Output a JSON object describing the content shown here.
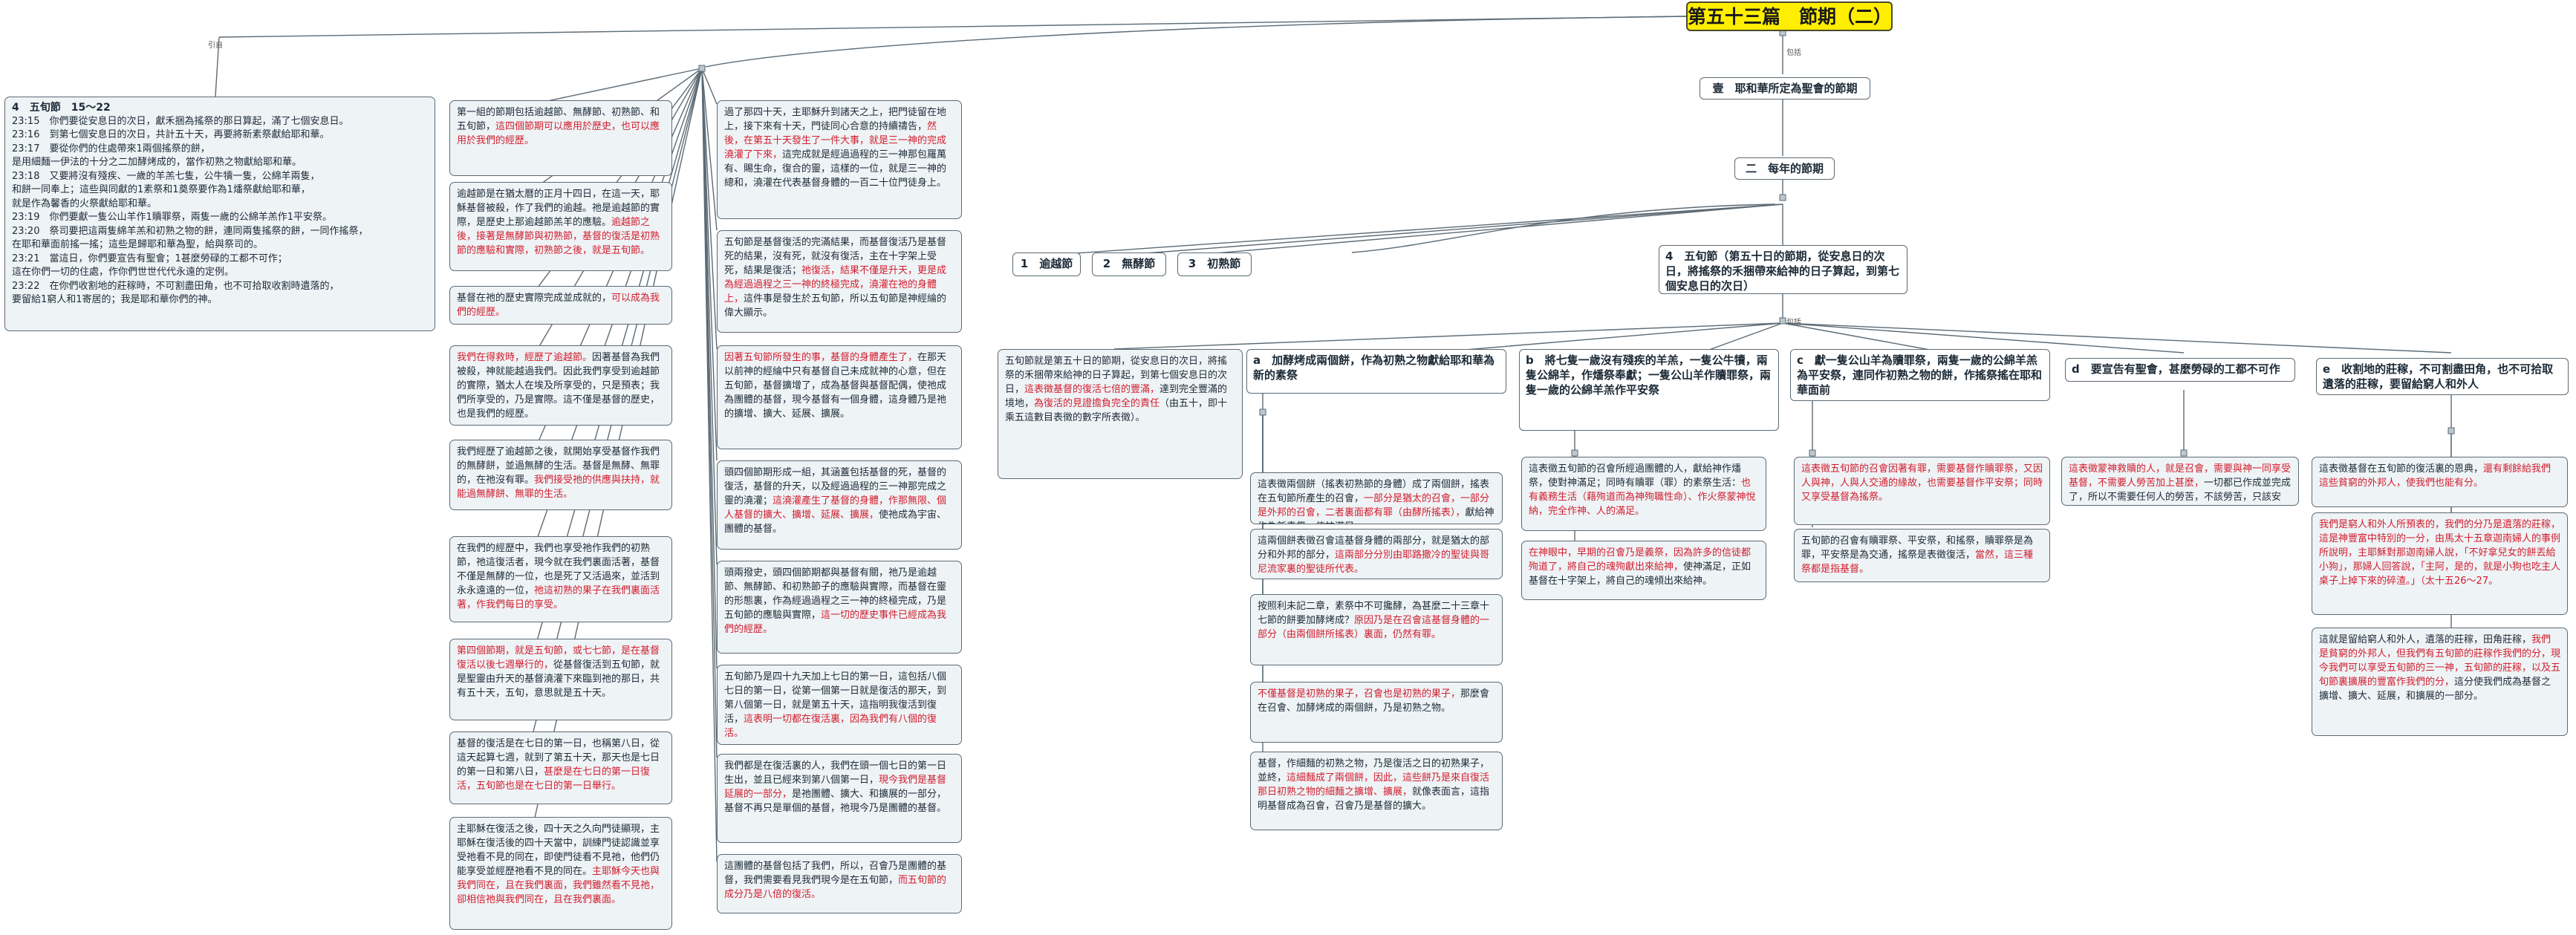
{
  "title": "第五十三篇　節期（二）",
  "labels": {
    "cite": "引自",
    "contain": "包括",
    "contain2": "包括"
  },
  "scripture": {
    "title": "4　五旬節　15～22",
    "verses": [
      "23:15　你們要從安息日的次日，獻禾捆為搖祭的那日算起，滿了七個安息日。",
      "23:16　到第七個安息日的次日，共計五十天，再要將新素祭獻給耶和華。",
      "23:17　要從你們的住處帶來1兩個搖祭的餅，",
      "是用細麵一伊法的十分之二加酵烤成的，當作初熟之物獻給耶和華。",
      "23:18　又要將沒有殘疾、一歲的羊羔七隻，公牛犢一隻，公綿羊兩隻，",
      "和餅一同奉上；這些與同獻的1素祭和1奠祭要作為1燔祭獻給耶和華，",
      "就是作為馨香的火祭獻給耶和華。",
      "23:19　你們要獻一隻公山羊作1贖罪祭，兩隻一歲的公綿羊羔作1平安祭。",
      "23:20　祭司要把這兩隻綿羊羔和初熟之物的餅，連同兩隻搖祭的餅，一同作搖祭，",
      "在耶和華面前搖一搖；這些是歸耶和華為聖，給與祭司的。",
      "23:21　當這日，你們要宣告有聖會；1甚麼勞碌的工都不可作；",
      "這在你們一切的住處，作你們世世代代永遠的定例。",
      "23:22　在你們收割地的莊稼時，不可割盡田角，也不可拾取收割時遺落的，",
      "要留給1窮人和1寄居的；我是耶和華你們的神。"
    ]
  },
  "headings": {
    "h1": "壹　耶和華所定為聖會的節期",
    "h2": "二　每年的節期",
    "f1": "1　逾越節",
    "f2": "2　無酵節",
    "f3": "3　初熟節",
    "f4": "4　五旬節（第五十日的節期，從安息日的次日，將搖祭的禾捆帶來給神的日子算起，到第七個安息日的次日）",
    "sa": "a　加酵烤成兩個餅，作為初熟之物獻給耶和華為新的素祭",
    "sb": "b　將七隻一歲沒有殘疾的羊羔，一隻公牛犢，兩隻公綿羊，作燔祭奉獻；一隻公山羊作贖罪祭，兩隻一歲的公綿羊羔作平安祭",
    "sc": "c　獻一隻公山羊為贖罪祭，兩隻一歲的公綿羊羔為平安祭，連同作初熟之物的餅，作搖祭搖在耶和華面前",
    "sd": "d　要宣告有聖會，甚麼勞碌的工都不可作",
    "se": "e　收割地的莊稼，不可割盡田角，也不可拾取遺落的莊稼，要留給窮人和外人"
  },
  "col1": [
    {
      "b": "第一組的節期包括逾越節、無酵節、初熟節、和五旬節，",
      "r": "這四個節期可以應用於歷史，也可以應用於我們的經歷。",
      "a": ""
    },
    {
      "b": "逾越節是在猶太曆的正月十四日，在這一天，耶穌基督被殺，作了我們的逾越。祂是逾越節的實際，是歷史上那逾越節羔羊的應驗。",
      "r": "逾越節之後，接著是無酵節與初熟節，基督的復活是初熟節的應驗和實際，初熟節之後，就是五旬節。",
      "a": ""
    },
    {
      "b": "基督在祂的歷史實際完成並成就的，",
      "r": "可以成為我們的經歷。",
      "a": ""
    },
    {
      "b": "",
      "r": "我們在得救時，經歷了逾越節。",
      "a": "因著基督為我們被殺，神就能越過我們。因此我們享受到逾越節的實際，猶太人在埃及所享受的，只是預表；我們所享受的，乃是實際。這不僅是基督的歷史，也是我們的經歷。"
    },
    {
      "b": "我們經歷了逾越節之後，就開始享受基督作我們的無酵餅，並過無酵的生活。基督是無酵、無罪的，在祂沒有罪。",
      "r": "我們接受祂的供應與扶持，就能過無酵餅、無罪的生活。",
      "a": ""
    },
    {
      "b": "在我們的經歷中，我們也享受祂作我們的初熟節，祂這復活者，現今就在我們裏面活著，基督不僅是無酵的一位，也是死了又活過來，並活到永永遠遠的一位，",
      "r": "祂這初熟的果子在我們裏面活著，作我們每日的享受。",
      "a": ""
    },
    {
      "b": "",
      "r": "第四個節期，就是五旬節，或七七節，是在基督復活以後七週舉行的，",
      "a": "從基督復活到五旬節，就是聖靈由升天的基督澆灌下來臨到祂的那日，共有五十天，五旬，意思就是五十天。"
    },
    {
      "b": "基督的復活是在七日的第一日，也稱第八日，從這天起算七週，就到了第五十天，那天也是七日的第一日和第八日，",
      "r": "甚麼是在七日的第一日復活，五旬節也是在七日的第一日舉行。",
      "a": ""
    },
    {
      "b": "主耶穌在復活之後，四十天之久向門徒顯現，主耶穌在復活後的四十天當中，訓練門徒認識並享受祂看不見的同在，即使門徒看不見祂，他們仍能享受並經歷祂看不見的同在。",
      "r": "主耶穌今天也與我們同在，且在我們裏面，我們雖然看不見祂，卻相信祂與我們同在，且在我們裏面。",
      "a": ""
    }
  ],
  "col2": [
    {
      "b": "過了那四十天，主耶穌升到諸天之上，把門徒留在地上，接下來有十天，門徒同心合意的持續禱告，",
      "r": "然後，在第五十天發生了一件大事，就是三一神的完成澆灌了下來，",
      "a": "這完成就是經過過程的三一神那包羅萬有、賜生命，復合的靈，這樣的一位，就是三一神的總和，澆灌在代表基督身體的一百二十位門徒身上。"
    },
    {
      "b": "五旬節是基督復活的完滿結果，而基督復活乃是基督死的結果，沒有死，就沒有復活，主在十字架上受死，結果是復活；",
      "r": "祂復活，結果不僅是升天，更是成為經過過程之三一神的終極完成，澆灌在祂的身體上，",
      "a": "這件事是發生於五旬節，所以五旬節是神經綸的偉大顯示。"
    },
    {
      "b": "",
      "r": "因著五旬節所發生的事，基督的身體產生了，",
      "a": "在那天以前神的經綸中只有基督自己未成就神的心意，但在五旬節，基督擴增了，成為基督與基督配偶，使祂成為團體的基督，現今基督有一個身體，這身體乃是祂的擴增、擴大、延展、擴展。"
    },
    {
      "b": "頭四個節期形成一組，其涵蓋包括基督的死，基督的復活，基督的升天，以及經過過程的三一神那完成之靈的澆灌；",
      "r": "這澆灌產生了基督的身體，作那無限、個人基督的擴大、擴增、延展、擴展，",
      "a": "使祂成為宇宙、團體的基督。"
    },
    {
      "b": "頭兩撥史，頭四個節期都與基督有關，祂乃是逾越節、無酵節、和初熟節子的應驗與實際，而基督在靈的形態裏，作為經過過程之三一神的終極完成，乃是五旬節的應驗與實際，",
      "r": "這一切的歷史事件已經成為我們的經歷。",
      "a": ""
    },
    {
      "b": "五旬節乃是四十九天加上七日的第一日，這包括八個七日的第一日，從第一個第一日就是復活的那天，到第八個第一日，就是第五十天，這指明我復活到復活，",
      "r": "這表明一切都在復活裏，因為我們有八個的復活。",
      "a": ""
    },
    {
      "b": "我們都是在復活裏的人，我們在頭一個七日的第一日生出，並且已經來到第八個第一日，",
      "r": "現今我們是基督延展的一部分，",
      "a": "是祂團體、擴大、和擴展的一部分，基督不再只是單個的基督，祂現今乃是團體的基督。"
    },
    {
      "b": "這團體的基督包括了我們，所以，召會乃是團體的基督，我們需要看見我們現今是在五旬節，",
      "r": "而五旬節的成分乃是八倍的復活。",
      "a": ""
    }
  ],
  "col3": {
    "b": "五旬節就是第五十日的節期，從安息日的次日，將搖祭的禾捆帶來給神的日子算起，到第七個安息日的次日，",
    "r": "這表徵基督的復活七倍的豐滿，",
    "a": "達到完全豐滿的境地，",
    "r2": "為復活的見證擔負完全的責任",
    "a2": "（由五十，即十乘五這數目表徵的數字所表徵）。"
  },
  "colA": [
    {
      "b": "這表徵兩個餅（搖表初熟節的身體）成了兩個餅，搖表在五旬節所產生的召會，",
      "r": "一部分是猶太的召會，一部分是外邦的召會，二者裏面都有罪（由酵所搖表），",
      "a": "獻給神作為新素祭，使神滿足。"
    },
    {
      "b": "這兩個餅表徵召會這基督身體的兩部分，就是猶太的部分和外邦的部分，",
      "r": "這兩部分分別由耶路撒冷的聖徒與哥尼流家裏的聖徒所代表。",
      "a": ""
    },
    {
      "b": "按照利未記二章，素祭中不可攙酵，為甚麼二十三章十七節的餅要加酵烤成？",
      "r": "原因乃是在召會這基督身體的一部分（由兩個餅所搖表）裏面，仍然有罪。",
      "a": ""
    },
    {
      "b": "",
      "r": "不僅基督是初熟的果子，召會也是初熟的果子，",
      "a": "那麼會在召會、加酵烤成的兩個餅，乃是初熟之物。"
    },
    {
      "b": "基督，作細麵的初熟之物，乃是復活之日的初熟果子，並終，",
      "r": "這細麵成了兩個餅，因此，這些餅乃是來自復活那日初熟之物的細麵之擴增、擴展，",
      "a": "就像表面言，這指明基督成為召會，召會乃是基督的擴大。"
    }
  ],
  "colB": [
    {
      "b": "這表徵五旬節的召會所經過團體的人，獻給神作燔祭，使對神滿足；同時有贖罪（罪）的素祭生活：",
      "r": "也有義務生活（藉殉道而為神殉職性命）、作火祭蒙神悅納，完全作神、人的滿足。",
      "a": ""
    },
    {
      "b": "",
      "r": "在神眼中，早期的召會乃是義祭，因為許多的信徒都殉道了，將自己的魂殉獻出來給神，",
      "a": "使神滿足，正如基督在十字架上，將自己的魂傾出來給神。"
    }
  ],
  "colC": [
    {
      "b": "",
      "r": "這表徵五旬節的召會因著有罪，需要基督作贖罪祭，又因人與神，人與人交通的緣故，也需要基督作平安祭；同時又享受基督為搖祭。",
      "a": ""
    },
    {
      "b": "五旬節的召會有贖罪祭、平安祭，和搖祭，贖罪祭是為罪，平安祭是為交通，搖祭是表徵復活，",
      "r": "當然，這三種祭都是指基督。",
      "a": ""
    }
  ],
  "colD": [
    {
      "b": "",
      "r": "這表徵蒙神救贖的人，就是召會，需要與神一同享受基督，不需要人勞苦加上甚麼，",
      "a": "一切都已作成並完成了，所以不需要任何人的勞苦，不該勞苦，只該安息。"
    }
  ],
  "colE": [
    {
      "b": "這表徵基督在五旬節的復活裏的恩典，",
      "r": "還有剩餘給我們這些貧窮的外邦人，使我們也能有分。",
      "a": ""
    },
    {
      "b": "",
      "r": "我們是窮人和外人所預表的，我們的分乃是遺落的莊稼，這是神豐富中特別的一分，由馬太十五章迦南婦人的事例所說明，主耶穌對那迦南婦人說，「不好拿兒女的餅丟給小狗」，那婦人回答說，「主阿，是的，就是小狗也吃主人桌子上掉下來的碎渣。」（太十五26～27。",
      "a": ""
    },
    {
      "b": "這就是留給窮人和外人，遺落的莊稼，田角莊稼，",
      "r": "我們是貧窮的外邦人，但我們有五旬節的莊稼作我們的分，現今我們可以享受五旬節的三一神，五旬節的莊稼，以及五旬節裏擴展的豐富作我們的分，",
      "a": "這分使我們成為基督之擴增、擴大、延展，和擴展的一部分。"
    }
  ]
}
